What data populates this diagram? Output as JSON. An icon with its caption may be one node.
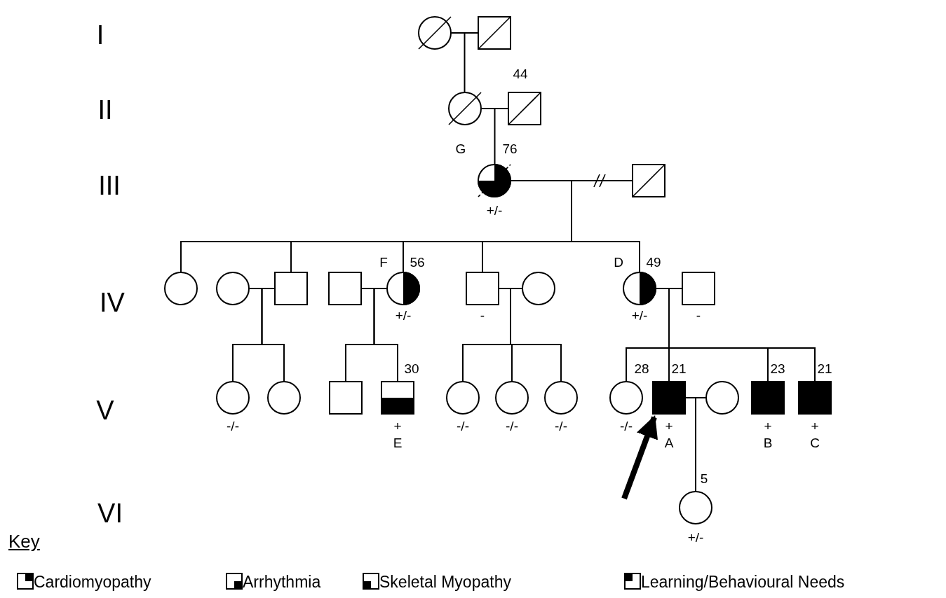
{
  "diagram": {
    "nodes": [
      {
        "text": [],
        "shape": "circle"
      },
      {
        "text": [],
        "shape": "box"
      },
      {
        "text": [],
        "shape": "circle"
      },
      {
        "text": [],
        "shape": "box",
        "beside": [
          "44"
        ]
      },
      {
        "text": [],
        "shape": "circle",
        "beside": [
          "G",
          "76",
          "+/-"
        ]
      },
      {
        "text": [],
        "shape": "box"
      },
      {
        "text": [],
        "shape": "circle"
      },
      {
        "text": [],
        "shape": "circle"
      },
      {
        "text": [],
        "shape": "box"
      },
      {
        "text": [],
        "shape": "box"
      },
      {
        "text": [],
        "shape": "circle",
        "beside": [
          "F",
          "56",
          "+/-"
        ]
      },
      {
        "text": [],
        "shape": "box",
        "beside": [
          "-"
        ]
      },
      {
        "text": [],
        "shape": "circle"
      },
      {
        "text": [],
        "shape": "circle",
        "beside": [
          "D",
          "49",
          "+/-"
        ]
      },
      {
        "text": [],
        "shape": "box",
        "beside": [
          "-"
        ]
      },
      {
        "text": [],
        "shape": "circle",
        "beside": [
          "-/-"
        ]
      },
      {
        "text": [],
        "shape": "circle"
      },
      {
        "text": [],
        "shape": "box"
      },
      {
        "text": [],
        "shape": "box",
        "beside": [
          "30",
          "+",
          "E"
        ]
      },
      {
        "text": [],
        "shape": "circle",
        "beside": [
          "-/-"
        ]
      },
      {
        "text": [],
        "shape": "circle",
        "beside": [
          "-/-"
        ]
      },
      {
        "text": [],
        "shape": "circle",
        "beside": [
          "-/-"
        ]
      },
      {
        "text": [],
        "shape": "circle",
        "beside": [
          "28",
          "-/-"
        ]
      },
      {
        "text": [],
        "shape": "box",
        "beside": [
          "21",
          "+",
          "A"
        ]
      },
      {
        "text": [],
        "shape": "circle"
      },
      {
        "text": [],
        "shape": "box",
        "beside": [
          "23",
          "+",
          "B"
        ]
      },
      {
        "text": [],
        "shape": "box",
        "beside": [
          "21",
          "+",
          "C"
        ]
      },
      {
        "text": [],
        "shape": "circle",
        "beside": [
          "5",
          "+/-"
        ]
      }
    ],
    "edges": [
      {
        "from": 0,
        "to": 1,
        "arrow": "none"
      },
      {
        "from": 0,
        "to": 2,
        "arrow": "none"
      },
      {
        "from": 2,
        "to": 3,
        "arrow": "none"
      },
      {
        "from": 2,
        "to": 4,
        "arrow": "none"
      },
      {
        "from": 4,
        "to": 5,
        "arrow": "none"
      },
      {
        "from": 4,
        "to": 6,
        "arrow": "none"
      },
      {
        "from": 4,
        "to": 8,
        "arrow": "none"
      },
      {
        "from": 4,
        "to": 10,
        "arrow": "none"
      },
      {
        "from": 4,
        "to": 11,
        "arrow": "none"
      },
      {
        "from": 4,
        "to": 13,
        "arrow": "none"
      },
      {
        "from": 7,
        "to": 8,
        "arrow": "none"
      },
      {
        "from": 9,
        "to": 10,
        "arrow": "none"
      },
      {
        "from": 11,
        "to": 12,
        "arrow": "none"
      },
      {
        "from": 13,
        "to": 14,
        "arrow": "none"
      },
      {
        "from": 8,
        "to": 15,
        "arrow": "none"
      },
      {
        "from": 8,
        "to": 16,
        "arrow": "none"
      },
      {
        "from": 10,
        "to": 17,
        "arrow": "none"
      },
      {
        "from": 10,
        "to": 18,
        "arrow": "none"
      },
      {
        "from": 11,
        "to": 19,
        "arrow": "none"
      },
      {
        "from": 11,
        "to": 20,
        "arrow": "none"
      },
      {
        "from": 11,
        "to": 21,
        "arrow": "none"
      },
      {
        "from": 13,
        "to": 22,
        "arrow": "none"
      },
      {
        "from": 13,
        "to": 23,
        "arrow": "none"
      },
      {
        "from": 13,
        "to": 25,
        "arrow": "none"
      },
      {
        "from": 13,
        "to": 26,
        "arrow": "none"
      },
      {
        "from": 23,
        "to": 24,
        "arrow": "none"
      },
      {
        "from": 23,
        "to": 27,
        "arrow": "none"
      },
      {
        "from": null,
        "to": 23,
        "arrow": "to",
        "style": "thick"
      }
    ],
    "labels": [
      "I",
      "II",
      "III",
      "IV",
      "V",
      "VI",
      "Key"
    ],
    "legend": [
      {
        "text": "Cardiomyopathy"
      },
      {
        "text": "Arrhythmia"
      },
      {
        "text": "Skeletal Myopathy"
      },
      {
        "text": "Learning/Behavioural Needs"
      }
    ]
  }
}
